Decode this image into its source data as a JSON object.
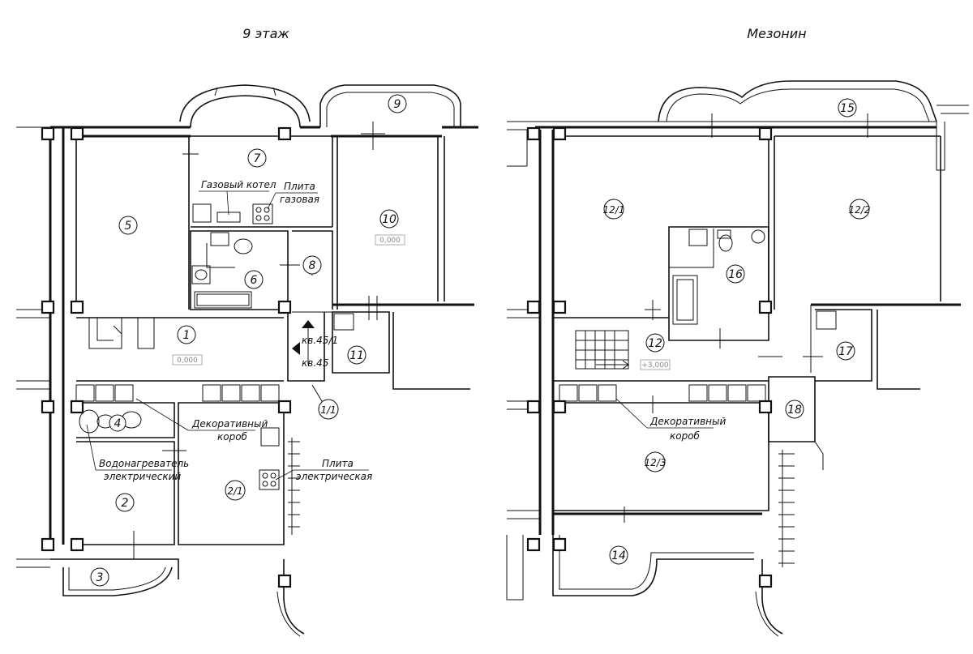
{
  "titles": {
    "floor9": "9 этаж",
    "mezzanine": "Мезонин"
  },
  "rooms_floor9": [
    "1",
    "2",
    "2/1",
    "3",
    "4",
    "5",
    "6",
    "7",
    "8",
    "9",
    "10",
    "11",
    "1/1"
  ],
  "rooms_mezzanine": [
    "12",
    "12/1",
    "12/2",
    "12/3",
    "14",
    "15",
    "16",
    "17",
    "18"
  ],
  "levels": {
    "room10": "0,000",
    "room1": "0,000",
    "room12": "+3,000"
  },
  "annotations": {
    "gas_boiler": "Газовый котел",
    "gas_stove_1": "Плита",
    "gas_stove_2": "газовая",
    "deco_box_1": "Декоративный",
    "deco_box_2": "короб",
    "water_heater_1": "Водонагреватель",
    "water_heater_2": "электрический",
    "electric_stove_1": "Плита",
    "electric_stove_2": "электрическая",
    "kv_a": "кв.45/1",
    "kv_b": "кв.45",
    "mez_deco_1": "Декоративный",
    "mez_deco_2": "короб"
  }
}
